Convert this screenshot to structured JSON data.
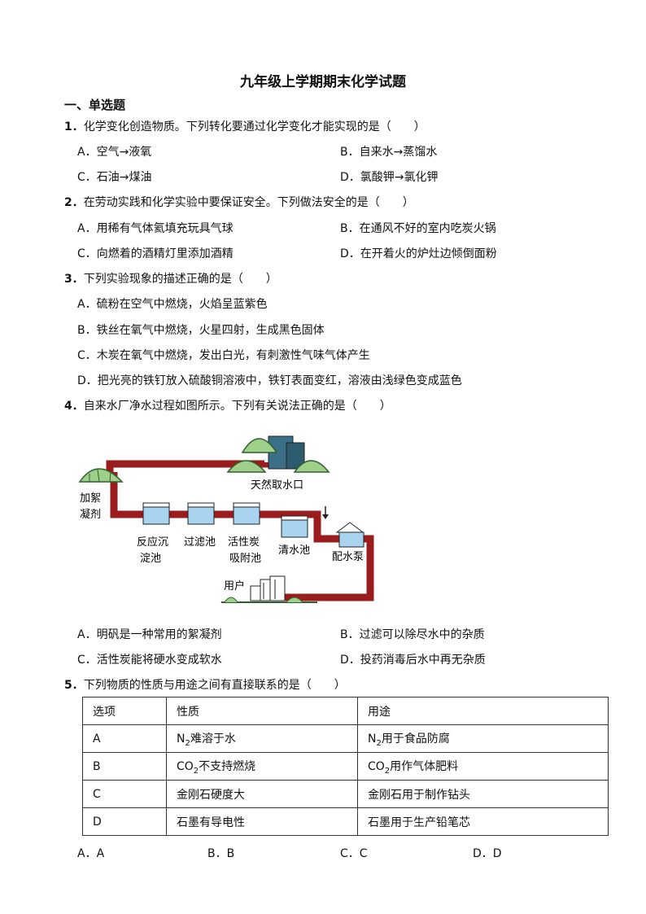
{
  "title": "九年级上学期期末化学试题",
  "section": "一、单选题",
  "q1": {
    "num": "1．",
    "stem": "化学变化创造物质。下列转化要通过化学变化才能实现的是（　　）",
    "a": "A．空气→液氧",
    "b": "B．自来水→蒸馏水",
    "c": "C．石油→煤油",
    "d": "D．氯酸钾→氯化钾"
  },
  "q2": {
    "num": "2．",
    "stem": "在劳动实践和化学实验中要保证安全。下列做法安全的是（　　）",
    "a": "A．用稀有气体氦填充玩具气球",
    "b": "B．在通风不好的室内吃炭火锅",
    "c": "C．向燃着的酒精灯里添加酒精",
    "d": "D．在开着火的炉灶边倾倒面粉"
  },
  "q3": {
    "num": "3．",
    "stem": "下列实验现象的描述正确的是（　　）",
    "a": "A．硫粉在空气中燃烧，火焰呈蓝紫色",
    "b": "B．铁丝在氧气中燃烧，火星四射，生成黑色固体",
    "c": "C．木炭在氧气中燃烧，发出白光，有刺激性气味气体产生",
    "d": "D．把光亮的铁钉放入硫酸铜溶液中，铁钉表面变红，溶液由浅绿色变成蓝色"
  },
  "q4": {
    "num": "4．",
    "stem": "自来水厂净水过程如图所示。下列有关说法正确的是（　　）",
    "diagram": {
      "source": "天然取水口",
      "coag1": "加絮",
      "coag2": "凝剂",
      "tank1a": "反应沉",
      "tank1b": "淀池",
      "tank2": "过滤池",
      "tank3a": "活性炭",
      "tank3b": "吸附池",
      "tank4": "清水池",
      "pump": "配水泵",
      "user": "用户"
    },
    "a": "A．明矾是一种常用的絮凝剂",
    "b": "B．过滤可以除尽水中的杂质",
    "c": "C．活性炭能将硬水变成软水",
    "d": "D．投药消毒后水中再无杂质"
  },
  "q5": {
    "num": "5．",
    "stem": "下列物质的性质与用途之间有直接联系的是（　　）",
    "table": {
      "header": [
        "选项",
        "性质",
        "用途"
      ],
      "rows": [
        {
          "opt": "A",
          "p_pre": "N",
          "p_sub": "2",
          "p_post": "难溶于水",
          "u_pre": "N",
          "u_sub": "2",
          "u_post": "用于食品防腐"
        },
        {
          "opt": "B",
          "p_pre": "CO",
          "p_sub": "2",
          "p_post": "不支持燃烧",
          "u_pre": "CO",
          "u_sub": "2",
          "u_post": "用作气体肥料"
        },
        {
          "opt": "C",
          "p_pre": "金刚石硬度大",
          "p_sub": "",
          "p_post": "",
          "u_pre": "金刚石用于制作钻头",
          "u_sub": "",
          "u_post": ""
        },
        {
          "opt": "D",
          "p_pre": "石墨有导电性",
          "p_sub": "",
          "p_post": "",
          "u_pre": "石墨用于生产铅笔芯",
          "u_sub": "",
          "u_post": ""
        }
      ]
    },
    "a": "A．A",
    "b": "B．B",
    "c": "C．C",
    "d": "D．D"
  }
}
